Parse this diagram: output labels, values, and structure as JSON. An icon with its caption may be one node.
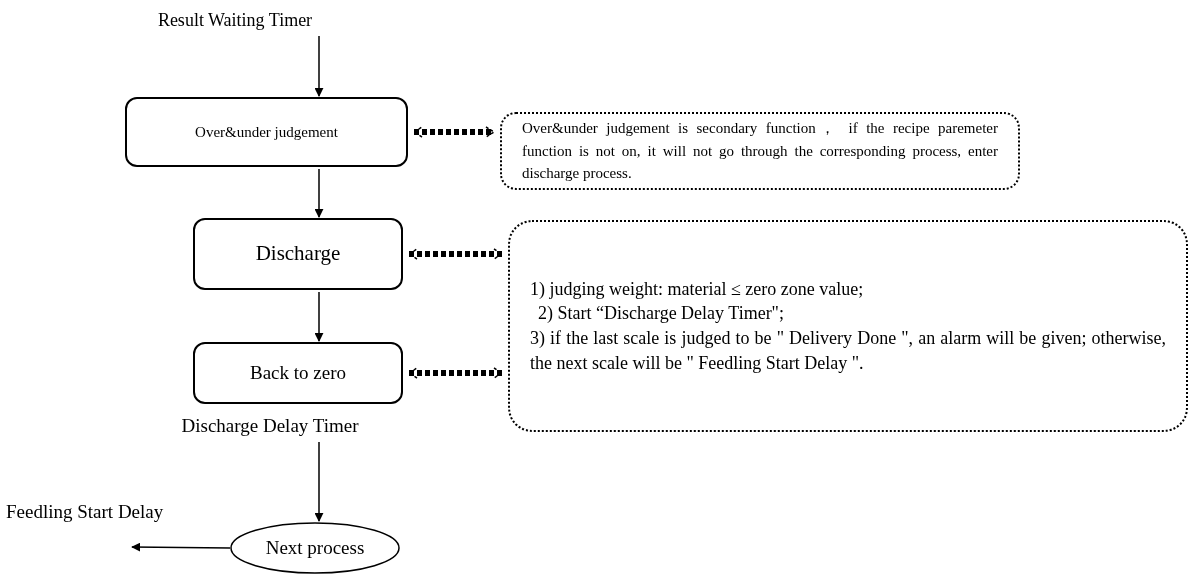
{
  "diagram": {
    "nodes": [
      {
        "text": [
          "Result Waiting Timer"
        ]
      },
      {
        "text": [
          "Over&under judgement"
        ]
      },
      {
        "text": [
          "Over&under judgement is secondary function， if the recipe paremeter function is not on, it will not go through the corresponding process, enter discharge process."
        ]
      },
      {
        "text": [
          "Discharge"
        ]
      },
      {
        "text": [
          "Back to zero"
        ]
      },
      {
        "text": [
          "1) judging weight: material ≤ zero zone value;",
          "2) Start “Discharge Delay Timer\";",
          "3) if the last scale is judged to be \" Delivery Done \", an alarm will be given; otherwise, the next scale will be \" Feedling Start Delay \"."
        ]
      },
      {
        "text": [
          "Discharge Delay Timer"
        ]
      },
      {
        "text": [
          "Next process"
        ]
      }
    ],
    "edges": [
      {
        "from": 0,
        "to": 1,
        "arrow": "to"
      },
      {
        "from": 1,
        "to": 3,
        "arrow": "to"
      },
      {
        "from": 3,
        "to": 4,
        "arrow": "to"
      },
      {
        "from": 1,
        "to": 2,
        "arrow": "both",
        "style": "dashed"
      },
      {
        "from": 3,
        "to": 5,
        "arrow": "both",
        "style": "dashed"
      },
      {
        "from": 4,
        "to": 5,
        "arrow": "both",
        "style": "dashed"
      },
      {
        "from": 6,
        "to": 7,
        "arrow": "to"
      },
      {
        "from": 7,
        "to": null,
        "arrow": "to",
        "label": "Feedling Start Delay"
      }
    ]
  }
}
